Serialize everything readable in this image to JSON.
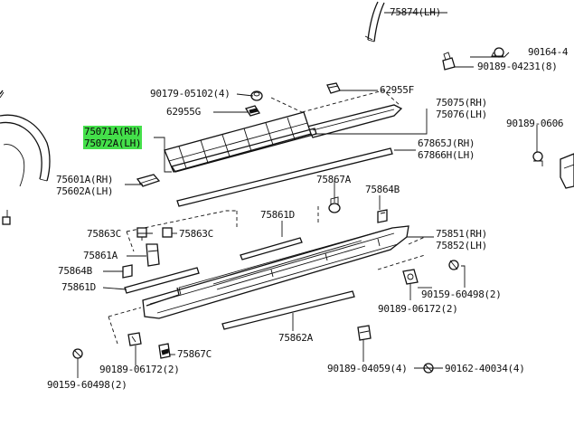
{
  "diagram": {
    "labels": {
      "p75874": "75874(LH)",
      "p90164": "90164-4",
      "p90189_04231": "90189-04231(8)",
      "p62955F": "62955F",
      "p90179": "90179-05102(4)",
      "p62955G": "62955G",
      "p75075": "75075(RH)",
      "p75076": "75076(LH)",
      "p90189_0606": "90189-0606",
      "p75071A": "75071A(RH)",
      "p75072A": "75072A(LH)",
      "p67865J": "67865J(RH)",
      "p67866H": "67866H(LH)",
      "p75601A": "75601A(RH)",
      "p75602A": "75602A(LH)",
      "p75867A": "75867A",
      "p75864B_top": "75864B",
      "p75861D_top": "75861D",
      "p75863C_left": "75863C",
      "p75863C_right": "75863C",
      "p75851": "75851(RH)",
      "p75852": "75852(LH)",
      "p75861A": "75861A",
      "p75864B_left": "75864B",
      "p75861D_left": "75861D",
      "p90159_right": "90159-60498(2)",
      "p90189_06172_right": "90189-06172(2)",
      "p75862A": "75862A",
      "p75867C": "75867C",
      "p90189_06172_left": "90189-06172(2)",
      "p90159_left": "90159-60498(2)",
      "p90189_04059": "90189-04059(4)",
      "p90162": "90162-40034(4)"
    },
    "highlight_color": "#44e04a"
  }
}
